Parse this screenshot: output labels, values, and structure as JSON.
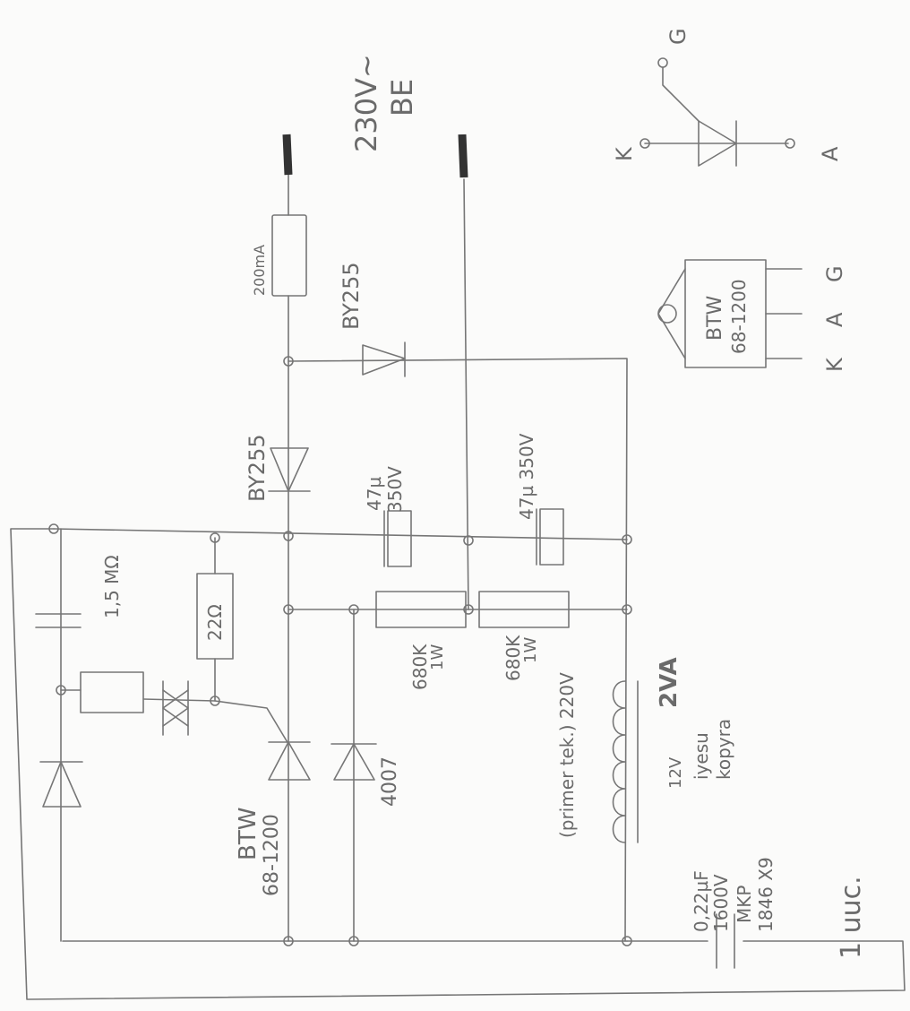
{
  "mains": {
    "voltage": "230V~",
    "code": "BE"
  },
  "fuse": {
    "rating": "200mA"
  },
  "diodes": {
    "d_upper": "BY255",
    "d_lower": "BY255",
    "d_small": "4007"
  },
  "capacitors": {
    "c1": {
      "value": "47µ",
      "voltage": "350V"
    },
    "c2": {
      "value": "47µ 350V"
    },
    "c_timing": {
      "value": "0,22µF",
      "voltage": "1600V",
      "type": "MKP",
      "part": "1846 X9"
    }
  },
  "resistors": {
    "r1": {
      "value": "680K",
      "power": "1W"
    },
    "r2": {
      "value": "680K",
      "power": "1W"
    },
    "r_gate": {
      "value": "1,5 MΩ"
    },
    "r_box": {
      "value": "22Ω"
    }
  },
  "thyristor": {
    "part_line1": "BTW",
    "part_line2": "68-1200"
  },
  "transformer": {
    "power": "2VA",
    "primary": "(primer tek.) 220V",
    "secondary": "12V",
    "note1": "iyesu",
    "note2": "kopyra"
  },
  "pinout": {
    "k": "K",
    "a": "A",
    "g": "G",
    "body_line1": "BTW",
    "body_line2": "68-1200"
  },
  "footer": {
    "note": "1 uuc."
  }
}
